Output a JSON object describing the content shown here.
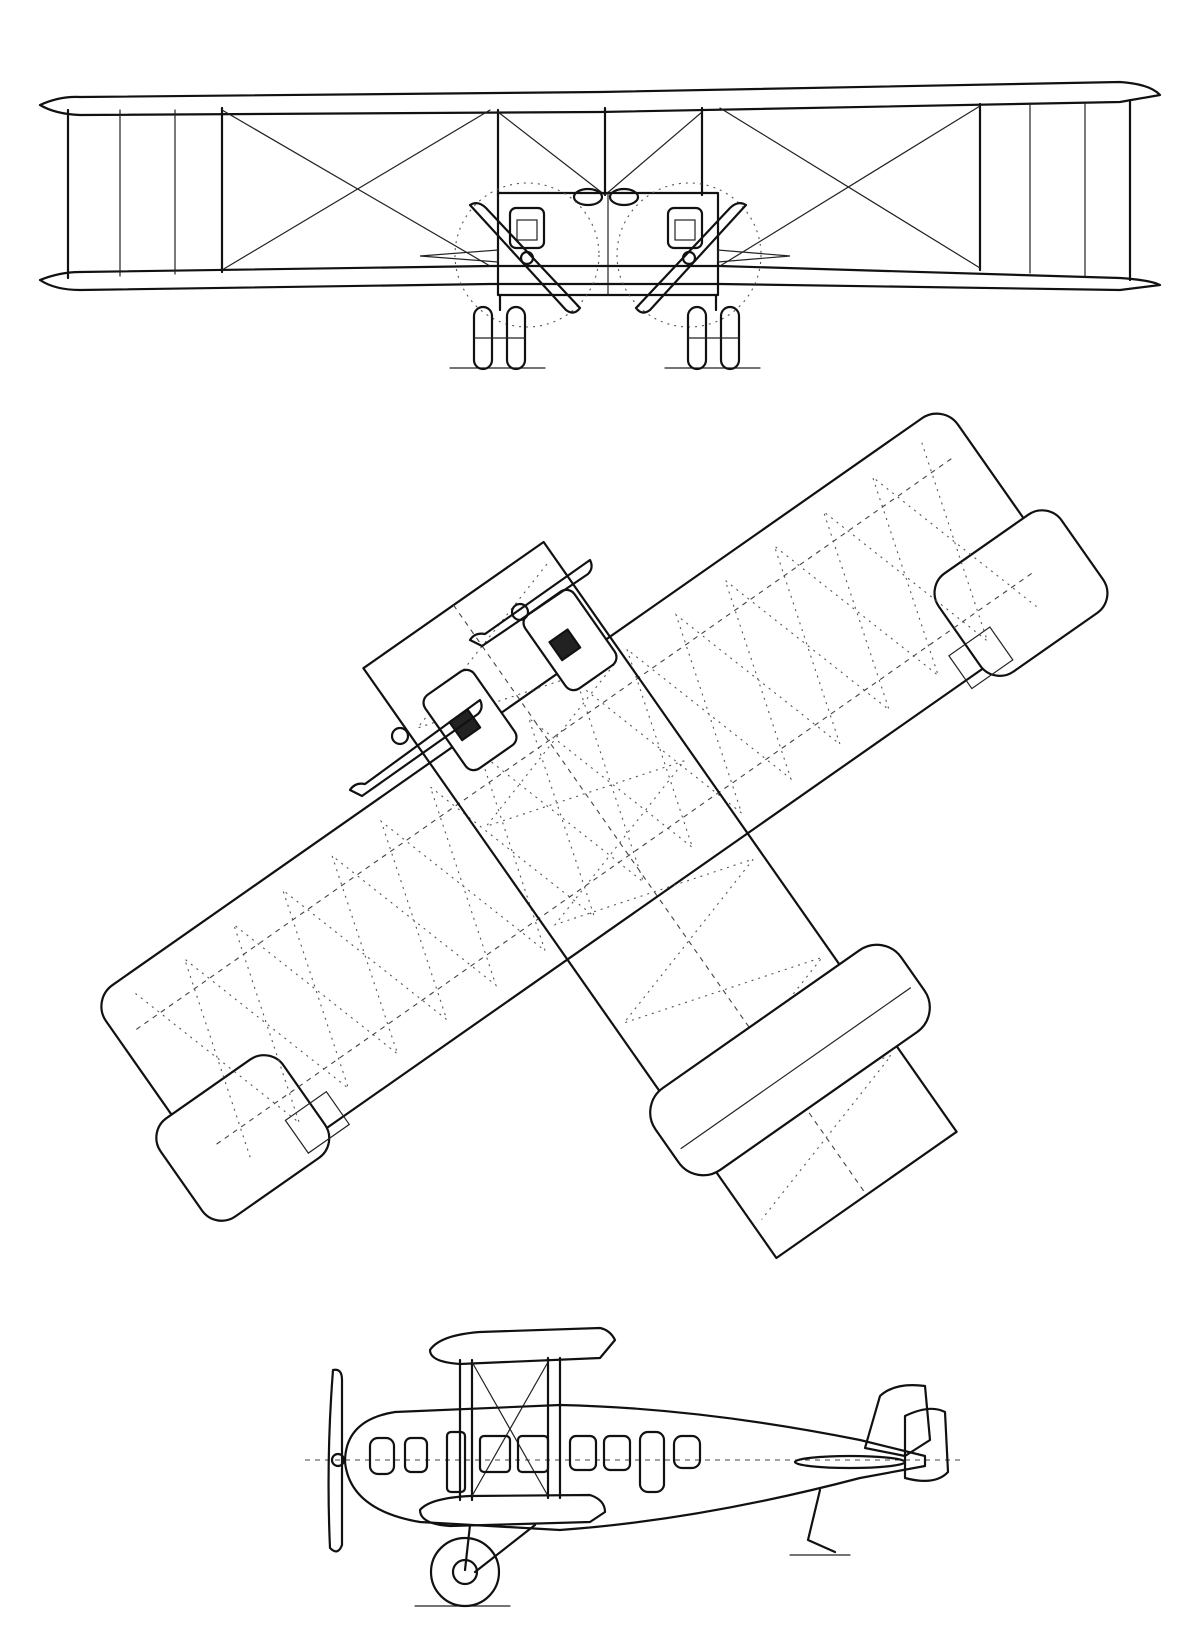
{
  "drawing": {
    "views": [
      "front",
      "plan",
      "side"
    ],
    "ink_color": "#111111",
    "background_color": "#ffffff"
  }
}
